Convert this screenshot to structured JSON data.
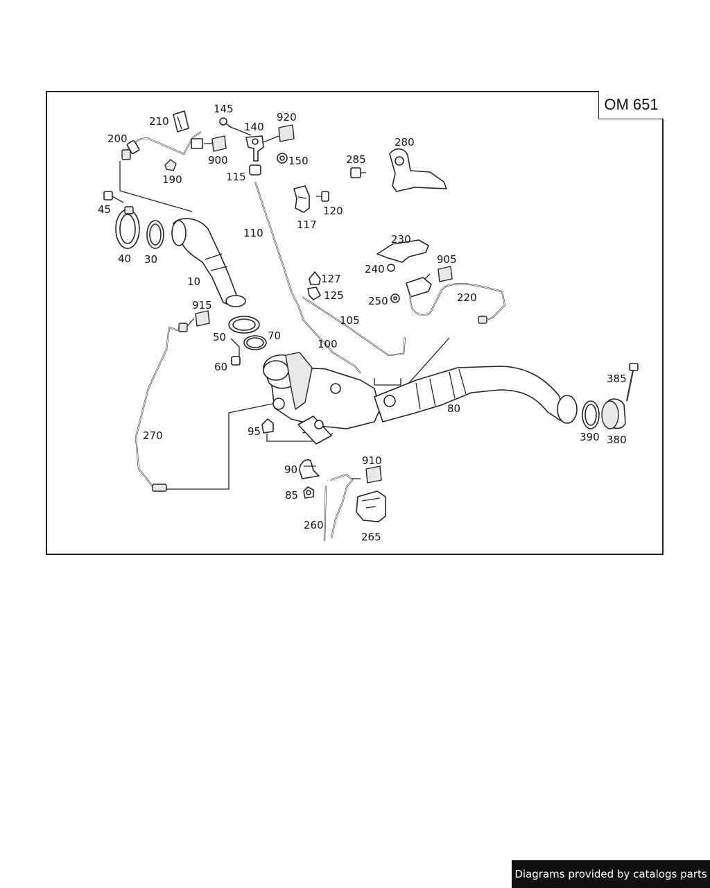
{
  "engine_code": "OM 651",
  "footer_text": "Diagrams provided by catalogs parts",
  "labels": {
    "l10": "10",
    "l30": "30",
    "l40": "40",
    "l45": "45",
    "l50": "50",
    "l60": "60",
    "l70": "70",
    "l80": "80",
    "l85": "85",
    "l90": "90",
    "l95": "95",
    "l100": "100",
    "l105": "105",
    "l110": "110",
    "l115": "115",
    "l117": "117",
    "l120": "120",
    "l125": "125",
    "l127": "127",
    "l140": "140",
    "l145": "145",
    "l150": "150",
    "l190": "190",
    "l200": "200",
    "l210": "210",
    "l220": "220",
    "l230": "230",
    "l240": "240",
    "l250": "250",
    "l260": "260",
    "l265": "265",
    "l270": "270",
    "l280": "280",
    "l285": "285",
    "l380": "380",
    "l385": "385",
    "l390": "390",
    "l900": "900",
    "l905": "905",
    "l910": "910",
    "l915": "915",
    "l920": "920"
  }
}
